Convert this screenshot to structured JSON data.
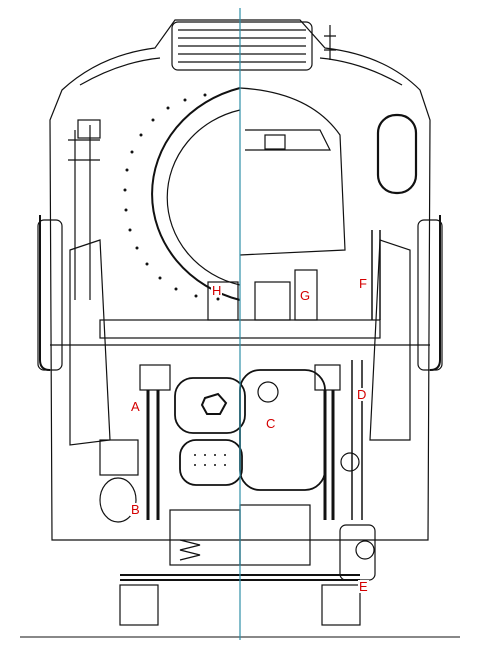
{
  "diagram": {
    "labels": {
      "A": "A",
      "B": "B",
      "C": "C",
      "D": "D",
      "E": "E",
      "F": "F",
      "G": "G",
      "H": "H"
    },
    "colors": {
      "ink": "#111111",
      "label": "#d40000",
      "centerline": "#2f8fa8",
      "background": "#ffffff"
    }
  }
}
